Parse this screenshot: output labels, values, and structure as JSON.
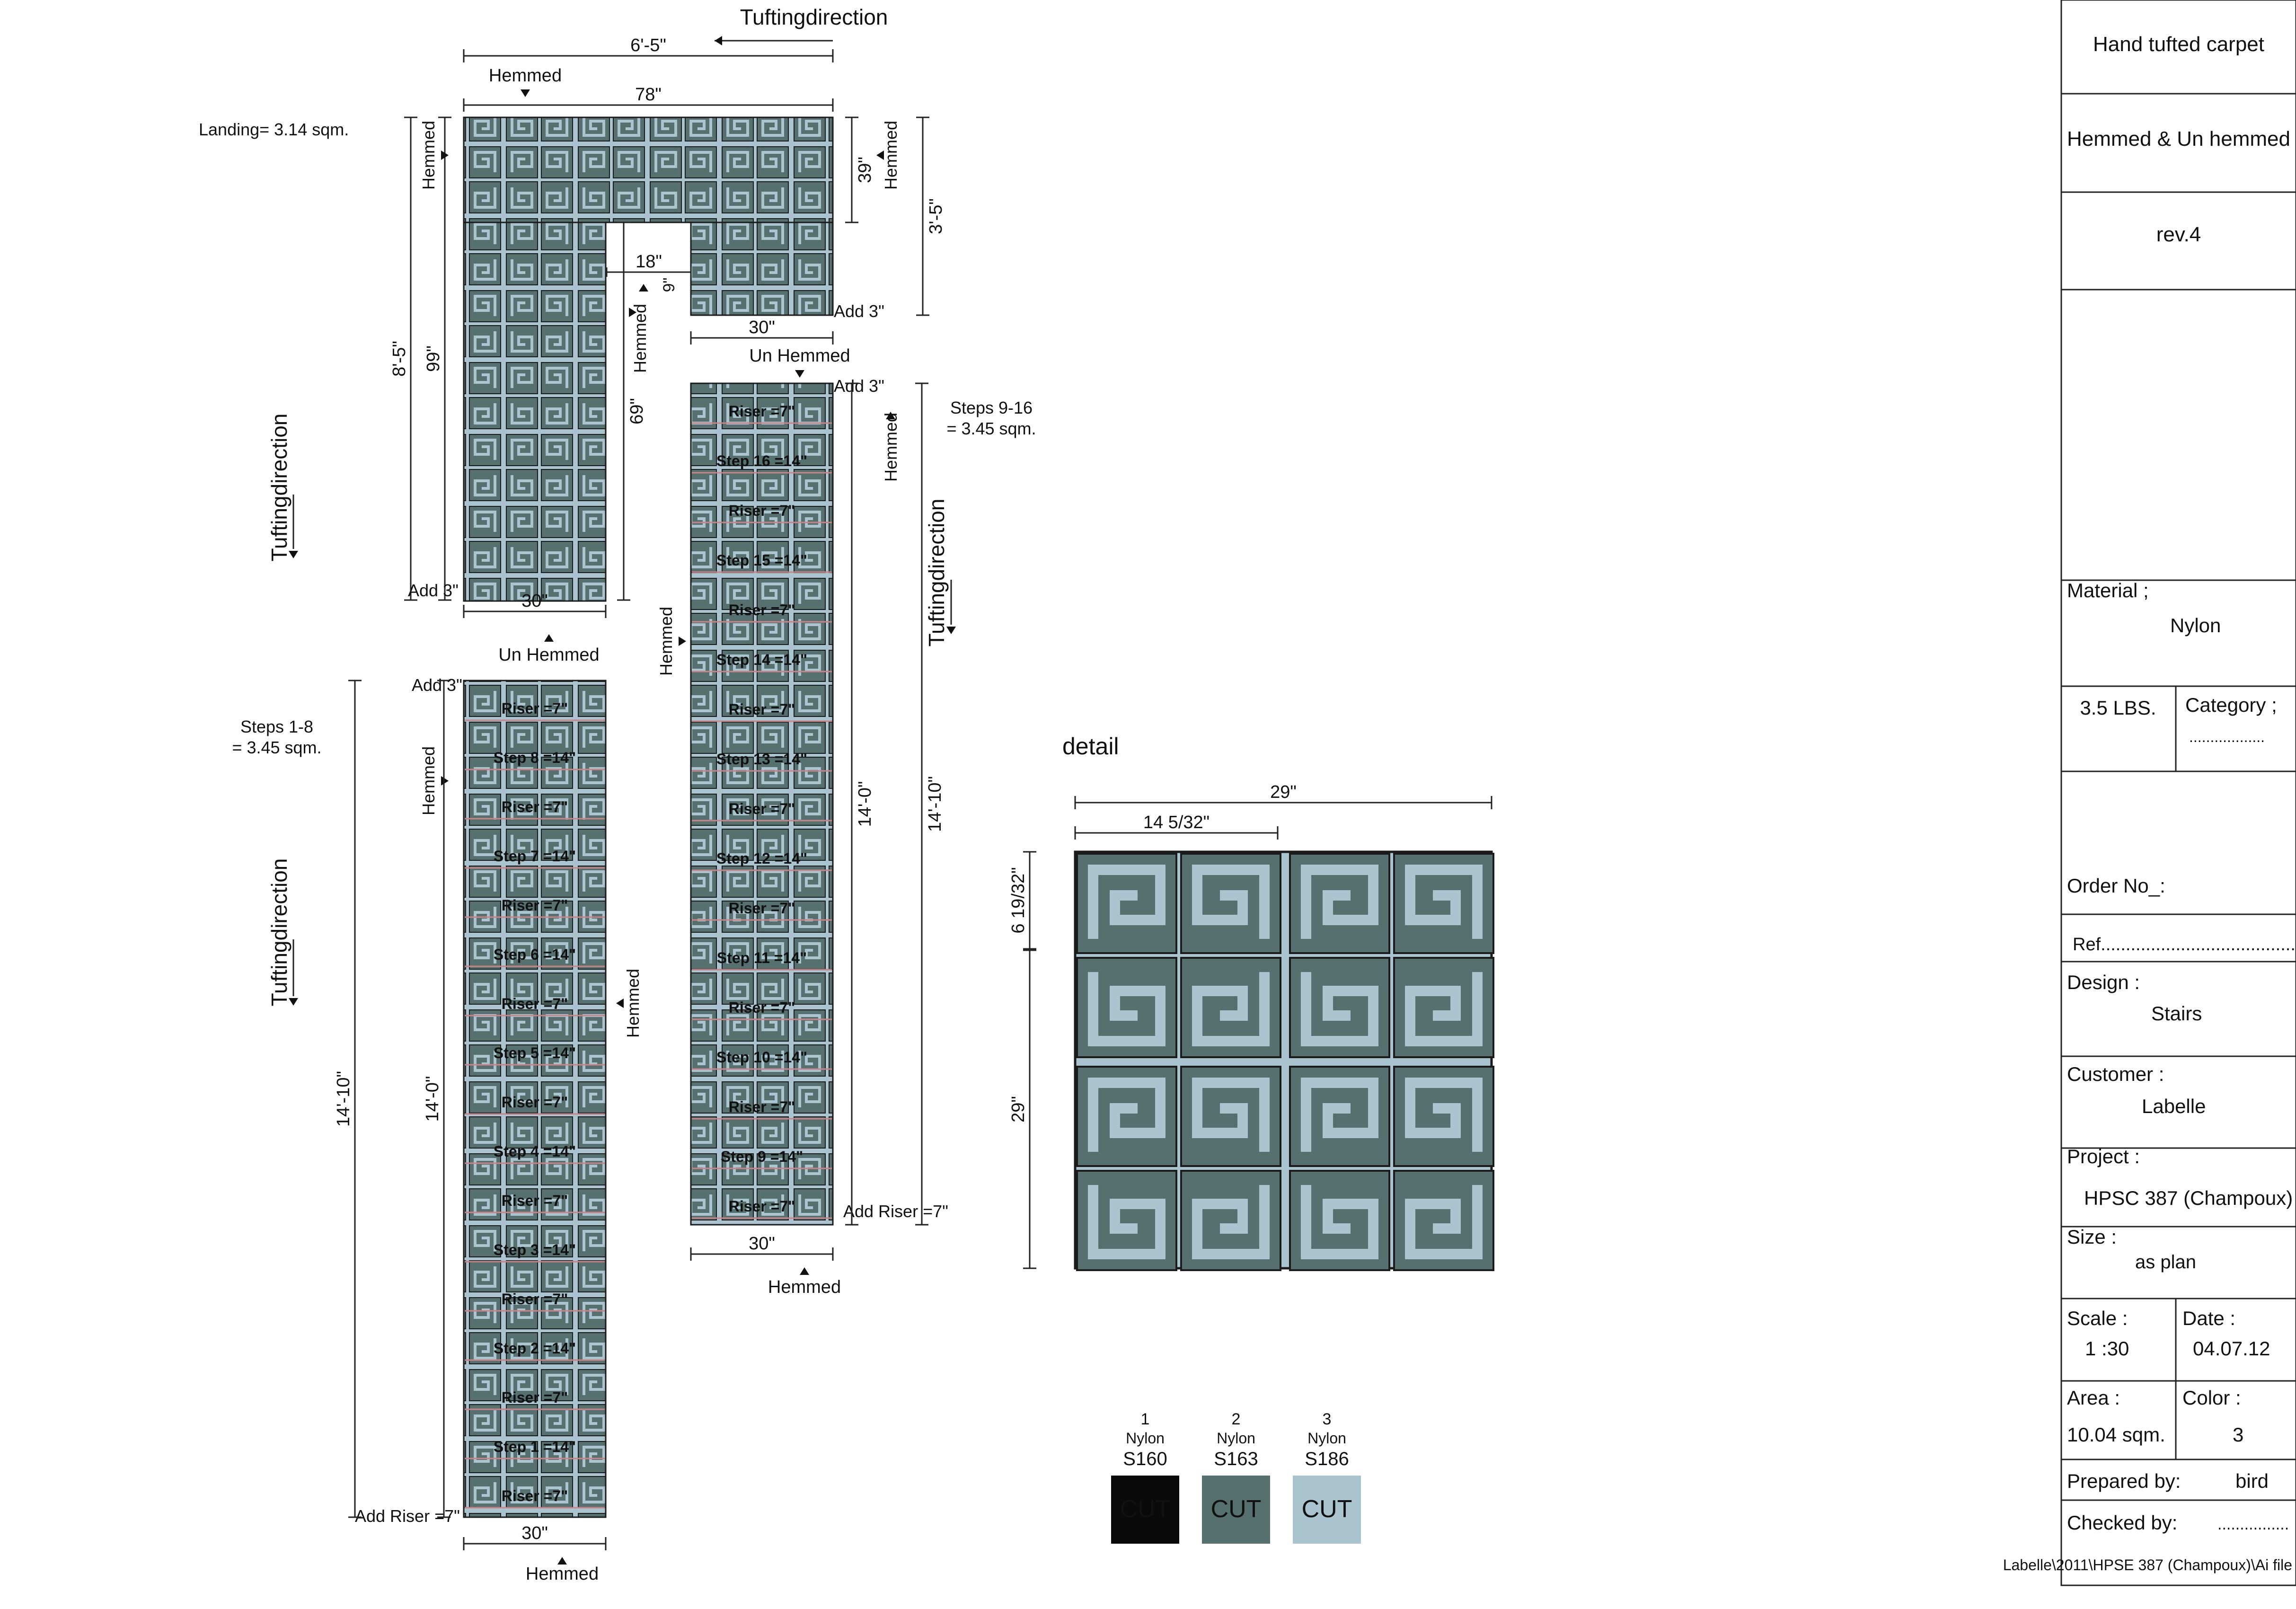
{
  "colors": {
    "dark": "#56706f",
    "light": "#a9c3cf",
    "black": "#0a0a0a",
    "outline": "#1b1b1b",
    "annotation": "#d6343a"
  },
  "landing": {
    "tufting_label": "Tuftingdirection",
    "area_label": "Landing= 3.14 sqm.",
    "dims": {
      "width_ft": "6'-5\"",
      "width_in": "78\"",
      "height_ft": "8'-5\"",
      "height_in": "99\"",
      "right_ft": "3'-5\"",
      "right_in": "39\"",
      "notch_w": "18\"",
      "notch_h": "9\"",
      "leg_in": "69\"",
      "bottom_w": "30\"",
      "tab_w": "30\""
    },
    "labels": {
      "hemmed_top": "Hemmed",
      "hemmed_left": "Hemmed",
      "hemmed_right": "Hemmed",
      "hemmed_inner": "Hemmed",
      "add_bottom": "Add 3\"",
      "add_tab": "Add 3\"",
      "un_hemmed": "Un Hemmed",
      "tufting_vertical": "Tuftingdirection"
    }
  },
  "steps_1_8": {
    "area_label_1": "Steps 1-8",
    "area_label_2": "= 3.45 sqm.",
    "tufting_vertical": "Tuftingdirection",
    "un_hemmed": "Un Hemmed",
    "add_top": "Add 3\"",
    "add_riser": "Add Riser =7\"",
    "hemmed_left": "Hemmed",
    "hemmed_right": "Hemmed",
    "hemmed_bottom": "Hemmed",
    "len_outer": "14'-10\"",
    "len_inner": "14'-0\"",
    "width": "30\"",
    "annotations": [
      "Riser =7\"",
      "Step 8 =14\"",
      "Riser =7\"",
      "Step 7 =14\"",
      "Riser =7\"",
      "Step 6 =14\"",
      "Riser =7\"",
      "Step 5 =14\"",
      "Riser =7\"",
      "Step 4 =14\"",
      "Riser =7\"",
      "Step 3 =14\"",
      "Riser =7\"",
      "Step 2 =14\"",
      "Riser =7\"",
      "Step 1 =14\"",
      "Riser =7\""
    ]
  },
  "steps_9_16": {
    "area_label_1": "Steps 9-16",
    "area_label_2": "= 3.45 sqm.",
    "tufting_vertical": "Tuftingdirection",
    "add_top": "Add 3\"",
    "add_riser": "Add Riser =7\"",
    "hemmed_left": "Hemmed",
    "hemmed_right": "Hemmed",
    "hemmed_bottom": "Hemmed",
    "len_outer": "14'-10\"",
    "len_inner": "14'-0\"",
    "width": "30\"",
    "annotations": [
      "Riser =7\"",
      "Step 16 =14\"",
      "Riser =7\"",
      "Step 15 =14\"",
      "Riser =7\"",
      "Step 14 =14\"",
      "Riser =7\"",
      "Step 13 =14\"",
      "Riser =7\"",
      "Step 12 =14\"",
      "Riser =7\"",
      "Step 11 =14\"",
      "Riser =7\"",
      "Step 10 =14\"",
      "Riser =7\"",
      "Step 9 =14\"",
      "Riser =7\""
    ]
  },
  "top_tufting": "Tuftingdirection",
  "detail": {
    "title": "detail",
    "width": "29\"",
    "half_width": "14 5/32\"",
    "band": "6 19/32\"",
    "height": "29\""
  },
  "swatches": [
    {
      "num": "1",
      "material": "Nylon",
      "code": "S160",
      "label": "CUT",
      "color": "#0a0a0a"
    },
    {
      "num": "2",
      "material": "Nylon",
      "code": "S163",
      "label": "CUT",
      "color": "#56706f"
    },
    {
      "num": "3",
      "material": "Nylon",
      "code": "S186",
      "label": "CUT",
      "color": "#a9c3cf"
    }
  ],
  "title_block": {
    "product": "Hand tufted carpet",
    "finish": "Hemmed & Un hemmed",
    "revision": "rev.4",
    "material_label": "Material ;",
    "material_value": "Nylon",
    "weight": "3.5 LBS.",
    "category_label": "Category ;",
    "category_value": "..................",
    "order_label": "Order No_:",
    "ref_label": "Ref.......................................",
    "design_label": "Design :",
    "design_value": "Stairs",
    "customer_label": "Customer :",
    "customer_value": "Labelle",
    "project_label": "Project :",
    "project_value": "HPSC 387 (Champoux)",
    "size_label": "Size :",
    "size_value": "as plan",
    "scale_label": "Scale :",
    "scale_value": "1 :30",
    "date_label": "Date :",
    "date_value": "04.07.12",
    "area_label": "Area :",
    "area_value": "10.04 sqm.",
    "color_label": "Color :",
    "color_value": "3",
    "prepared_label": "Prepared by:",
    "prepared_value": "bird",
    "checked_label": "Checked by:",
    "checked_value": "................",
    "file_path": "Labelle\\2011\\HPSE 387 (Champoux)\\Ai file"
  }
}
